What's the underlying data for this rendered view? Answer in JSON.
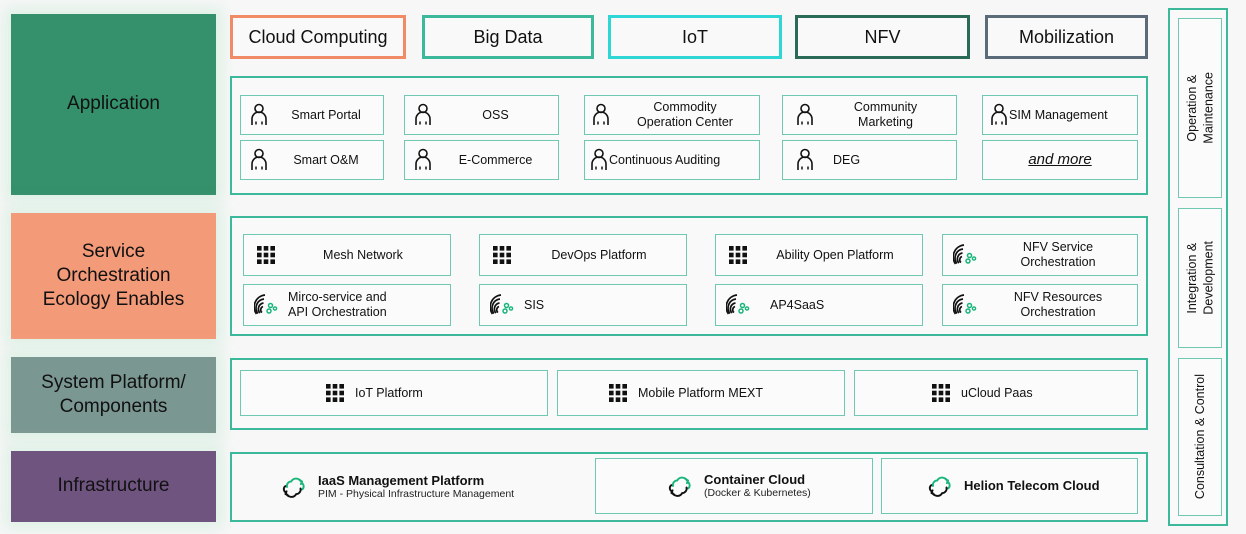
{
  "colors": {
    "application": "#35906c",
    "service": "#f39a79",
    "system": "#7b9791",
    "infrastructure": "#6f5480",
    "teal_border": "#3cb89a",
    "item_border": "#6fc9b2",
    "tab_cloud": "#f08b66",
    "tab_bigdata": "#3cb89a",
    "tab_iot": "#2fd6d6",
    "tab_nfv": "#2a6b58",
    "tab_mobilization": "#5b6b7a",
    "icon_green": "#19b57a",
    "panel_bg": "#f9f9f9"
  },
  "layers": [
    {
      "id": "application",
      "label": "Application"
    },
    {
      "id": "service",
      "label": "Service\nOrchestration\nEcology Enables"
    },
    {
      "id": "system",
      "label": "System Platform/\nComponents"
    },
    {
      "id": "infrastructure",
      "label": "Infrastructure"
    }
  ],
  "tabs": [
    {
      "label": "Cloud Computing",
      "color": "#f08b66"
    },
    {
      "label": "Big Data",
      "color": "#3cb89a"
    },
    {
      "label": "IoT",
      "color": "#2fd6d6"
    },
    {
      "label": "NFV",
      "color": "#2a6b58"
    },
    {
      "label": "Mobilization",
      "color": "#5b6b7a"
    }
  ],
  "application_items": [
    {
      "label": "Smart Portal",
      "icon": "person-icon"
    },
    {
      "label": "OSS",
      "icon": "person-icon"
    },
    {
      "label": "Commodity\nOperation Center",
      "icon": "person-icon"
    },
    {
      "label": "Community\nMarketing",
      "icon": "person-icon"
    },
    {
      "label": "SIM Management",
      "icon": "person-icon"
    },
    {
      "label": "Smart O&M",
      "icon": "person-icon"
    },
    {
      "label": "E-Commerce",
      "icon": "person-icon"
    },
    {
      "label": "Continuous Auditing",
      "icon": "person-icon"
    },
    {
      "label": "DEG",
      "icon": "person-icon"
    },
    {
      "label": "and more",
      "icon": "none"
    }
  ],
  "service_items": [
    {
      "label": "Mesh Network",
      "icon": "grid-dots-icon"
    },
    {
      "label": "DevOps Platform",
      "icon": "grid-dots-icon"
    },
    {
      "label": "Ability Open Platform",
      "icon": "grid-dots-icon"
    },
    {
      "label": "NFV Service\nOrchestration",
      "icon": "orchestration-icon"
    },
    {
      "label": "Mirco-service and\nAPI Orchestration",
      "icon": "orchestration-icon"
    },
    {
      "label": "SIS",
      "icon": "orchestration-icon"
    },
    {
      "label": "AP4SaaS",
      "icon": "orchestration-icon"
    },
    {
      "label": "NFV Resources\nOrchestration",
      "icon": "orchestration-icon"
    }
  ],
  "system_items": [
    {
      "label": "IoT Platform",
      "icon": "grid-dots-icon"
    },
    {
      "label": "Mobile Platform MEXT",
      "icon": "grid-dots-icon"
    },
    {
      "label": "uCloud Paas",
      "icon": "grid-dots-icon"
    }
  ],
  "infrastructure_items": [
    {
      "title": "IaaS Management Platform",
      "subtitle": "PIM - Physical Infrastructure Management",
      "icon": "cloud-sync-icon"
    },
    {
      "title": "Container Cloud",
      "subtitle": "(Docker & Kubernetes)",
      "icon": "cloud-sync-icon"
    },
    {
      "title": "Helion Telecom Cloud",
      "subtitle": "",
      "icon": "cloud-sync-icon"
    }
  ],
  "rail_items": [
    {
      "label": "Operation &\nMaintenance"
    },
    {
      "label": "Integration &\nDevelopment"
    },
    {
      "label": "Consultation & Control"
    }
  ]
}
